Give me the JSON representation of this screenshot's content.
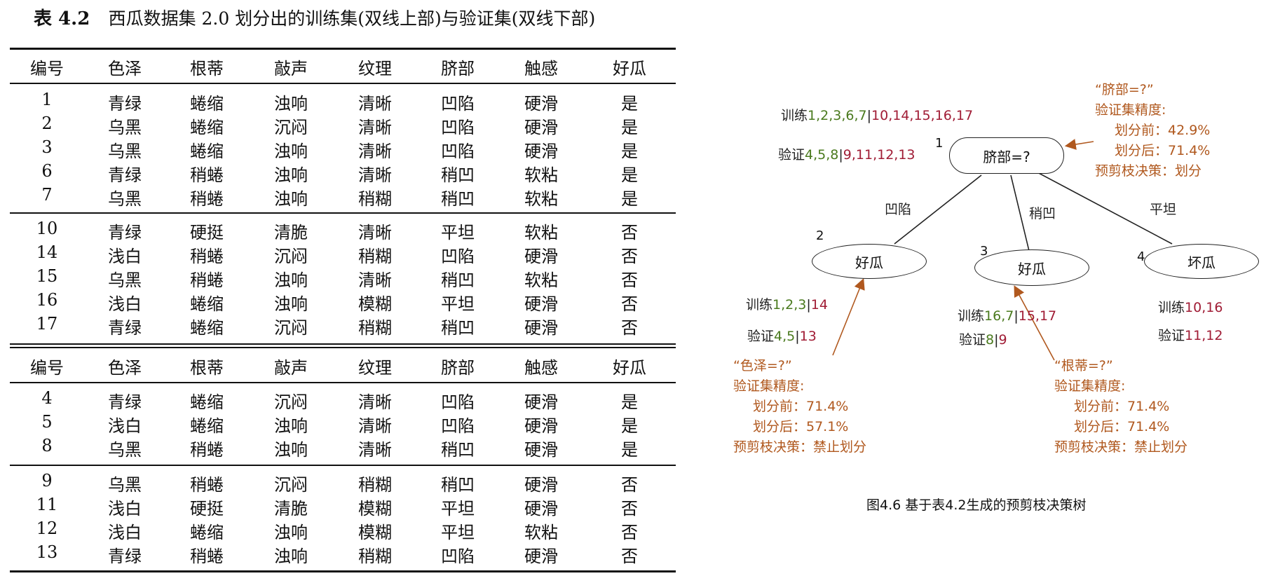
{
  "caption": {
    "label": "表 4.2",
    "text": "西瓜数据集 2.0 划分出的训练集(双线上部)与验证集(双线下部)"
  },
  "table": {
    "columns": [
      "编号",
      "色泽",
      "根蒂",
      "敲声",
      "纹理",
      "脐部",
      "触感",
      "好瓜"
    ],
    "train_positive": [
      [
        "1",
        "青绿",
        "蜷缩",
        "浊响",
        "清晰",
        "凹陷",
        "硬滑",
        "是"
      ],
      [
        "2",
        "乌黑",
        "蜷缩",
        "沉闷",
        "清晰",
        "凹陷",
        "硬滑",
        "是"
      ],
      [
        "3",
        "乌黑",
        "蜷缩",
        "浊响",
        "清晰",
        "凹陷",
        "硬滑",
        "是"
      ],
      [
        "6",
        "青绿",
        "稍蜷",
        "浊响",
        "清晰",
        "稍凹",
        "软粘",
        "是"
      ],
      [
        "7",
        "乌黑",
        "稍蜷",
        "浊响",
        "稍糊",
        "稍凹",
        "软粘",
        "是"
      ]
    ],
    "train_negative": [
      [
        "10",
        "青绿",
        "硬挺",
        "清脆",
        "清晰",
        "平坦",
        "软粘",
        "否"
      ],
      [
        "14",
        "浅白",
        "稍蜷",
        "沉闷",
        "稍糊",
        "凹陷",
        "硬滑",
        "否"
      ],
      [
        "15",
        "乌黑",
        "稍蜷",
        "浊响",
        "清晰",
        "稍凹",
        "软粘",
        "否"
      ],
      [
        "16",
        "浅白",
        "蜷缩",
        "浊响",
        "模糊",
        "平坦",
        "硬滑",
        "否"
      ],
      [
        "17",
        "青绿",
        "蜷缩",
        "沉闷",
        "稍糊",
        "稍凹",
        "硬滑",
        "否"
      ]
    ],
    "val_positive": [
      [
        "4",
        "青绿",
        "蜷缩",
        "沉闷",
        "清晰",
        "凹陷",
        "硬滑",
        "是"
      ],
      [
        "5",
        "浅白",
        "蜷缩",
        "浊响",
        "清晰",
        "凹陷",
        "硬滑",
        "是"
      ],
      [
        "8",
        "乌黑",
        "稍蜷",
        "浊响",
        "清晰",
        "稍凹",
        "硬滑",
        "是"
      ]
    ],
    "val_negative": [
      [
        "9",
        "乌黑",
        "稍蜷",
        "沉闷",
        "稍糊",
        "稍凹",
        "硬滑",
        "否"
      ],
      [
        "11",
        "浅白",
        "硬挺",
        "清脆",
        "模糊",
        "平坦",
        "硬滑",
        "否"
      ],
      [
        "12",
        "浅白",
        "蜷缩",
        "浊响",
        "模糊",
        "平坦",
        "软粘",
        "否"
      ],
      [
        "13",
        "青绿",
        "稍蜷",
        "浊响",
        "稍糊",
        "凹陷",
        "硬滑",
        "否"
      ]
    ]
  },
  "tree": {
    "root": {
      "num": "1",
      "label": "脐部=?",
      "train_prefix": "训练",
      "train_pos": "1,2,3,6,7",
      "train_neg": "10,14,15,16,17",
      "val_prefix": "验证",
      "val_pos": "4,5,8",
      "val_neg": "9,11,12,13",
      "note": {
        "title": "“脐部=?”",
        "line1": "验证集精度:",
        "line2": "划分前：42.9%",
        "line3": "划分后：71.4%",
        "line4": "预剪枝决策：划分"
      }
    },
    "edges": {
      "left": "凹陷",
      "mid": "稍凹",
      "right": "平坦"
    },
    "left": {
      "num": "2",
      "label": "好瓜",
      "train_prefix": "训练",
      "train_pos": "1,2,3",
      "train_neg": "14",
      "val_prefix": "验证",
      "val_pos": "4,5",
      "val_neg": "13",
      "note": {
        "title": "“色泽=?”",
        "line1": "验证集精度:",
        "line2": "划分前：71.4%",
        "line3": "划分后：57.1%",
        "line4": "预剪枝决策：禁止划分"
      }
    },
    "mid": {
      "num": "3",
      "label": "好瓜",
      "train_prefix": "训练",
      "train_pos": "16,7",
      "train_neg": "15,17",
      "val_prefix": "验证",
      "val_pos": "8",
      "val_neg": "9",
      "note": {
        "title": "“根蒂=?”",
        "line1": "验证集精度:",
        "line2": "划分前：71.4%",
        "line3": "划分后：71.4%",
        "line4": "预剪枝决策：禁止划分"
      }
    },
    "right": {
      "num": "4",
      "label": "坏瓜",
      "train_prefix": "训练",
      "train_neg": "10,16",
      "val_prefix": "验证",
      "val_neg": "11,12"
    }
  },
  "figure_caption": "图4.6 基于表4.2生成的预剪枝决策树",
  "colors": {
    "positive": "#4a7a1e",
    "negative": "#a01c35",
    "note": "#b0581e"
  }
}
